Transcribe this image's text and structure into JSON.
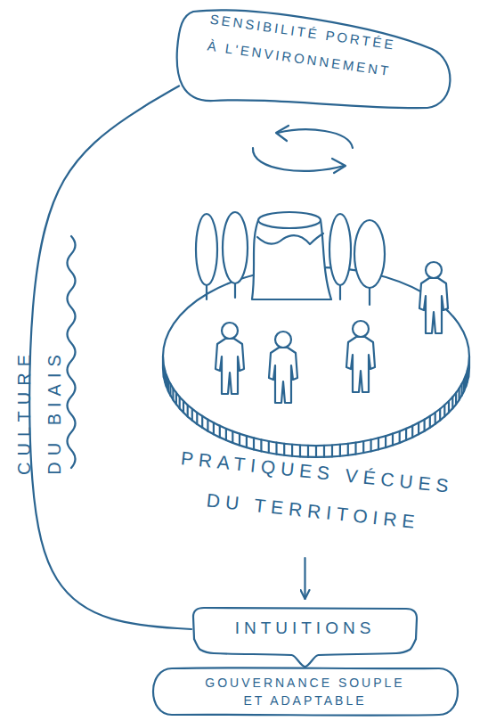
{
  "diagram": {
    "nodes": [
      {
        "text": [
          "SENSIBILITÉ PORTÉE À L'ENVIRONNEMENT"
        ]
      },
      {
        "text": [
          "PRATIQUES VÉCUES DU TERRITOIRE"
        ]
      },
      {
        "text": [
          "INTUITIONS"
        ]
      },
      {
        "text": [
          "GOUVERNANCE SOUPLE ET ADAPTABLE"
        ]
      }
    ],
    "edges": [
      {
        "from": 0,
        "to": 2,
        "arrow": "none",
        "label": "CULTURE DU BIAIS"
      },
      {
        "from": 1,
        "to": 2,
        "arrow": "to"
      },
      {
        "from": 2,
        "to": 3,
        "arrow": "none"
      }
    ]
  }
}
